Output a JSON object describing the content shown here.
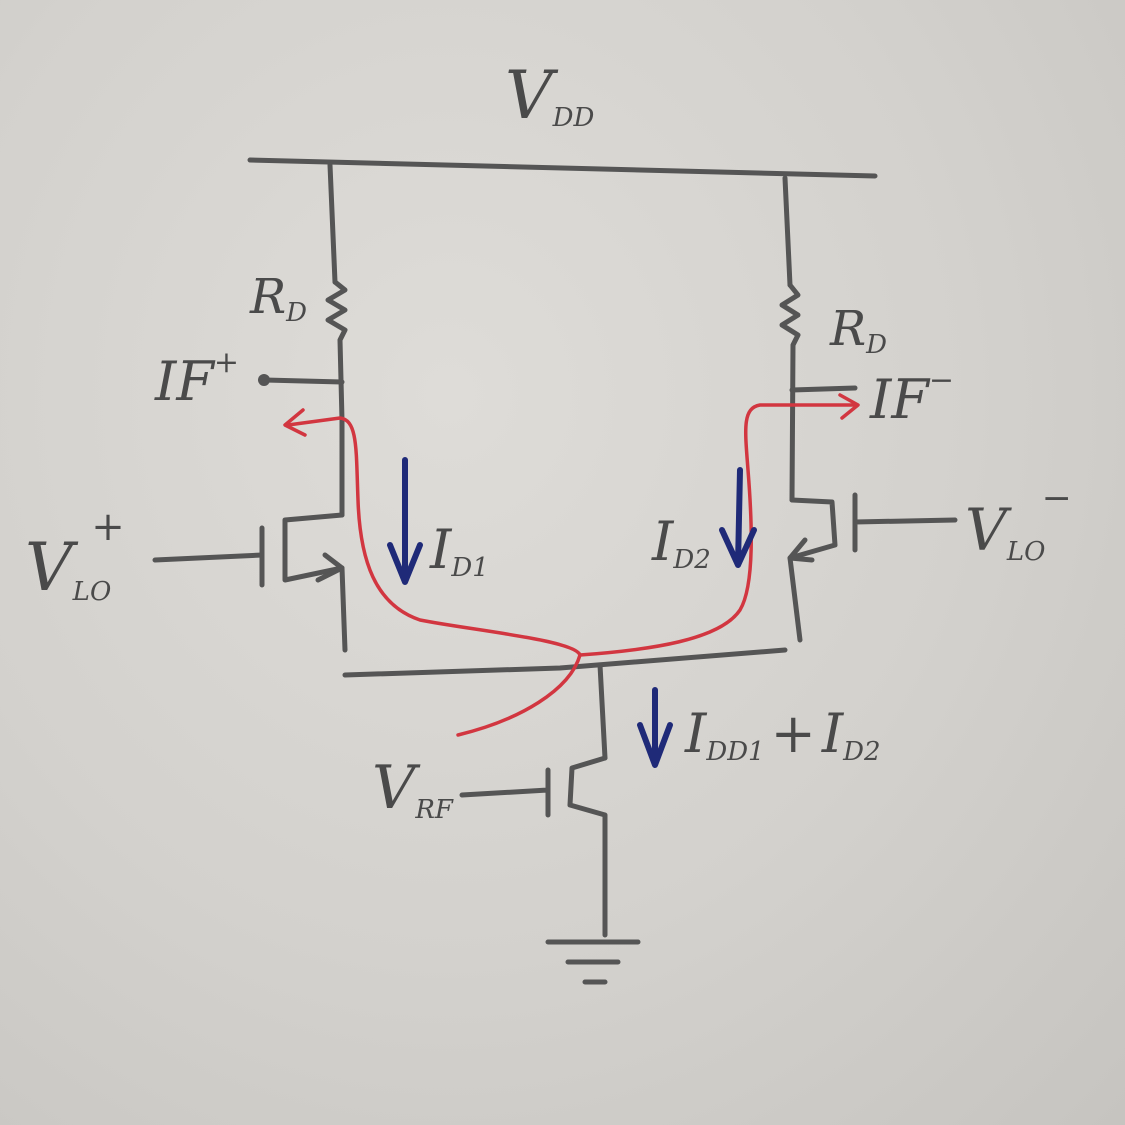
{
  "labels": {
    "vdd": {
      "main": "V",
      "sub": "DD"
    },
    "rd_left": {
      "main": "R",
      "sub": "D"
    },
    "rd_right": {
      "main": "R",
      "sub": "D"
    },
    "if_plus": {
      "main": "IF",
      "sup": "+"
    },
    "if_minus": {
      "main": "IF",
      "sup": "−"
    },
    "vlo_plus": {
      "main": "V",
      "sub": "LO",
      "sup": "+"
    },
    "vlo_minus": {
      "main": "V",
      "sub": "LO",
      "sup": "−"
    },
    "vrf": {
      "main": "V",
      "sub": "RF"
    },
    "id1": {
      "main": "I",
      "sub": "D1"
    },
    "id2": {
      "main": "I",
      "sub": "D2"
    },
    "itotal": {
      "main": "I",
      "sub1": "DD1",
      "plus": "+",
      "main2": "I",
      "sub2": "D2"
    }
  },
  "colors": {
    "paper": "#d3d1cd",
    "pencil": "#555555",
    "signal_path": "#d23640",
    "current_arrow": "#1f2a78"
  }
}
